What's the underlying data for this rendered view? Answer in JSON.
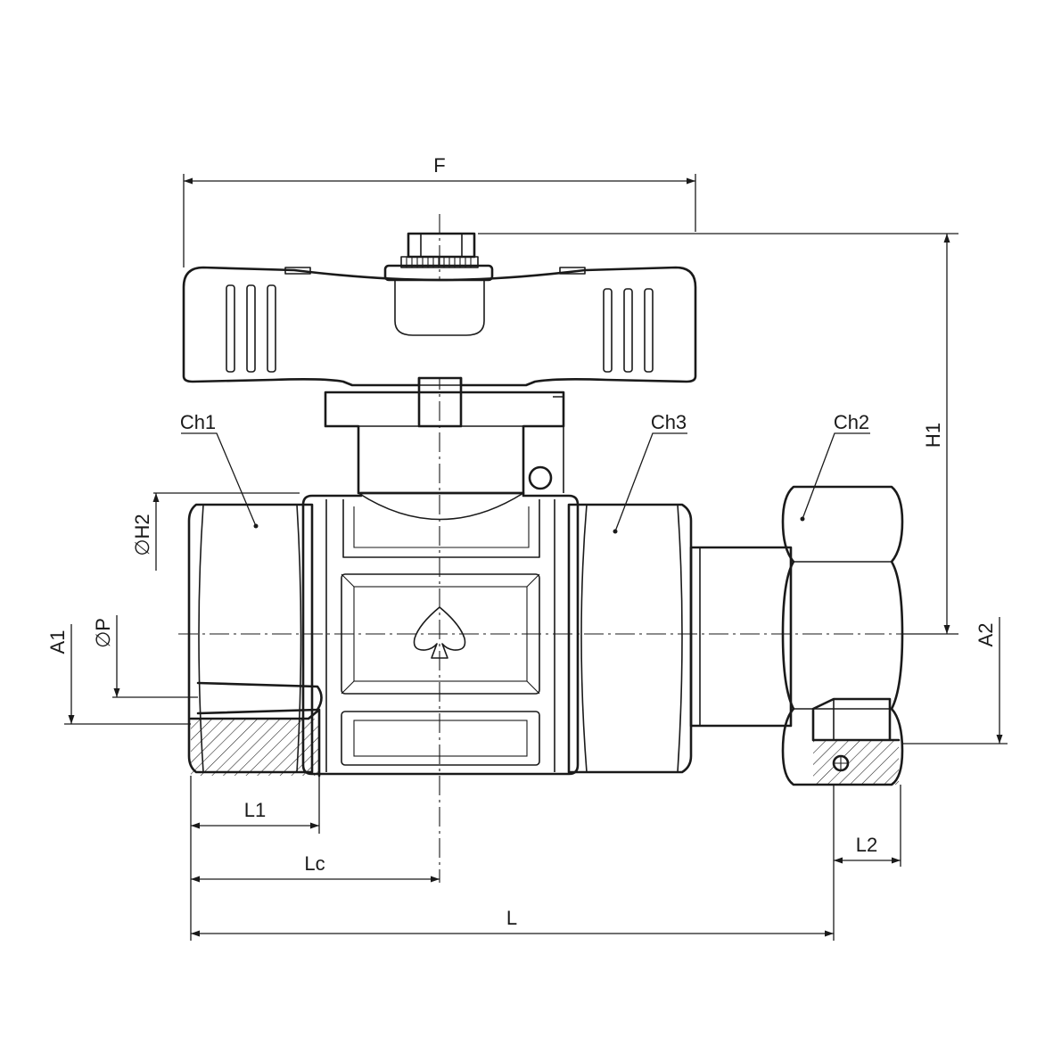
{
  "drawing": {
    "subject": "ball-valve-with-butterfly-handle-and-union-nut",
    "colors": {
      "line": "#1a1a1a",
      "background": "#ffffff"
    }
  },
  "labels": {
    "F": "F",
    "H1": "H1",
    "A1": "A1",
    "A2": "A2",
    "H2": "∅H2",
    "P": "∅P",
    "L": "L",
    "L1": "L1",
    "L2": "L2",
    "Lc": "Lc",
    "Ch1": "Ch1",
    "Ch2": "Ch2",
    "Ch3": "Ch3"
  }
}
